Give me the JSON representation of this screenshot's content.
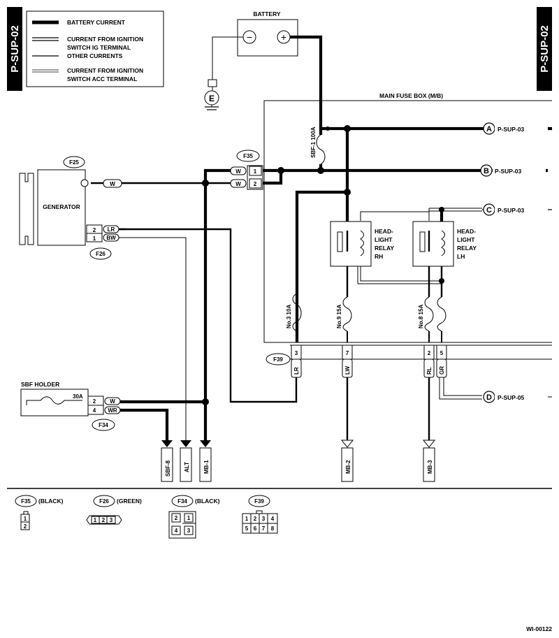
{
  "page": {
    "side_label": "P-SUP-02",
    "drawing_id": "WI-00122"
  },
  "legend": {
    "battery_current": "BATTERY CURRENT",
    "ig_line1": "CURRENT FROM IGNITION",
    "ig_line2": "SWITCH IG TERMINAL",
    "other": "OTHER CURRENTS",
    "acc_line1": "CURRENT FROM IGNITION",
    "acc_line2": "SWITCH ACC TERMINAL"
  },
  "battery": {
    "label": "BATTERY",
    "minus": "−",
    "plus": "+",
    "ground": "E"
  },
  "fuse_box": {
    "label": "MAIN FUSE BOX (M/B)"
  },
  "generator": {
    "label": "GENERATOR",
    "connector_top": "F25",
    "connector_bottom": "F26",
    "pin_2": "2",
    "pin_1": "1"
  },
  "connectors": {
    "f35": "F35",
    "f39": "F39",
    "f34": "F34",
    "f35_pin1": "1",
    "f35_pin2": "2",
    "f34_pin2": "2",
    "f34_pin4": "4",
    "f39_pin3": "3",
    "f39_pin7": "7",
    "f39_pin2": "2",
    "f39_pin5": "5"
  },
  "fuses": {
    "sbf1": "SBF-1 100A",
    "no3": "No.3 10A",
    "no9": "No.9 15A",
    "no8": "No.8 15A",
    "sbf_rating": "30A"
  },
  "wire_colors": {
    "w_gen": "W",
    "w_f35_1": "W",
    "w_f35_2": "W",
    "lr_gen": "LR",
    "bw_gen": "BW",
    "w_sbf": "W",
    "wr_sbf": "WR",
    "lr_f39": "LR",
    "lw_f39": "LW",
    "rl_f39": "RL",
    "gr_f39": "GR"
  },
  "relays": {
    "rh": {
      "line1": "HEAD-",
      "line2": "LIGHT",
      "line3": "RELAY",
      "line4": "RH"
    },
    "lh": {
      "line1": "HEAD-",
      "line2": "LIGHT",
      "line3": "RELAY",
      "line4": "LH"
    }
  },
  "sbf_holder": {
    "label": "SBF HOLDER"
  },
  "references": [
    {
      "letter": "A",
      "target": "P-SUP-03"
    },
    {
      "letter": "B",
      "target": "P-SUP-03"
    },
    {
      "letter": "C",
      "target": "P-SUP-03"
    },
    {
      "letter": "D",
      "target": "P-SUP-05"
    }
  ],
  "terminals": {
    "sbf8": "SBF-8",
    "alt": "ALT",
    "mb1": "MB-1",
    "mb2": "MB-2",
    "mb3": "MB-3"
  },
  "connector_views": {
    "f35": {
      "name": "F35",
      "color": "(BLACK)",
      "pins": [
        "1",
        "2"
      ]
    },
    "f26": {
      "name": "F26",
      "color": "(GREEN)",
      "pins": [
        "1",
        "2",
        "3"
      ]
    },
    "f34": {
      "name": "F34",
      "color": "(BLACK)",
      "pins": [
        "2",
        "1",
        "4",
        "3"
      ]
    },
    "f39": {
      "name": "F39",
      "pins": [
        "1",
        "2",
        "3",
        "4",
        "5",
        "6",
        "7",
        "8"
      ]
    }
  }
}
